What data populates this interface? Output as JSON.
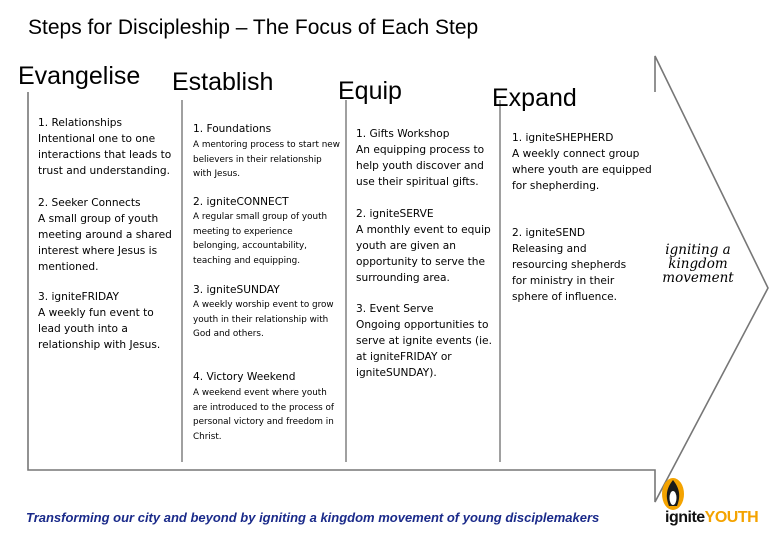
{
  "title": "Steps for Discipleship – The Focus of Each Step",
  "colors": {
    "arrow_outline": "#777777",
    "footer_text": "#1a2a8a",
    "logo_accent": "#f4a300"
  },
  "columns": [
    {
      "title": "Evangelise",
      "items": [
        {
          "head": "1. Relationships",
          "body": "Intentional one to one interactions that leads to trust and understanding."
        },
        {
          "head": "2. Seeker Connects",
          "body": "A small group of youth meeting around a shared interest where Jesus is mentioned."
        },
        {
          "head": "3. igniteFRIDAY",
          "body": "A weekly fun event to lead youth into a relationship with Jesus."
        }
      ]
    },
    {
      "title": "Establish",
      "items": [
        {
          "head": "1. Foundations",
          "body": "A mentoring process to start new believers in their relationship with Jesus."
        },
        {
          "head": "2. igniteCONNECT",
          "body": "A regular small group of youth meeting to experience belonging, accountability, teaching and equipping."
        },
        {
          "head": "3. igniteSUNDAY",
          "body": "A weekly worship event to grow youth in their relationship with God and others."
        },
        {
          "head": "4. Victory Weekend",
          "body": "A weekend event where youth are introduced to the process of personal victory and freedom in Christ."
        }
      ]
    },
    {
      "title": "Equip",
      "items": [
        {
          "head": "1. Gifts Workshop",
          "body": "An equipping process to help youth discover and use their spiritual gifts."
        },
        {
          "head": "2. igniteSERVE",
          "body": "A monthly event to equip youth are given an opportunity to serve the surrounding area."
        },
        {
          "head": "3. Event Serve",
          "body": "Ongoing opportunities to serve at ignite events (ie. at igniteFRIDAY or igniteSUNDAY)."
        }
      ]
    },
    {
      "title": "Expand",
      "items": [
        {
          "head": "1. igniteSHEPHERD",
          "body": "A weekly connect group where youth are equipped for shepherding."
        },
        {
          "head": "2. igniteSEND",
          "body": "Releasing and resourcing shepherds for ministry in their sphere of influence."
        }
      ]
    }
  ],
  "tagline": "igniting a kingdom movement",
  "footer": "Transforming our city and beyond by igniting a kingdom movement of young disciplemakers",
  "logo": {
    "part1": "ignite",
    "part2": "YOUTH"
  }
}
